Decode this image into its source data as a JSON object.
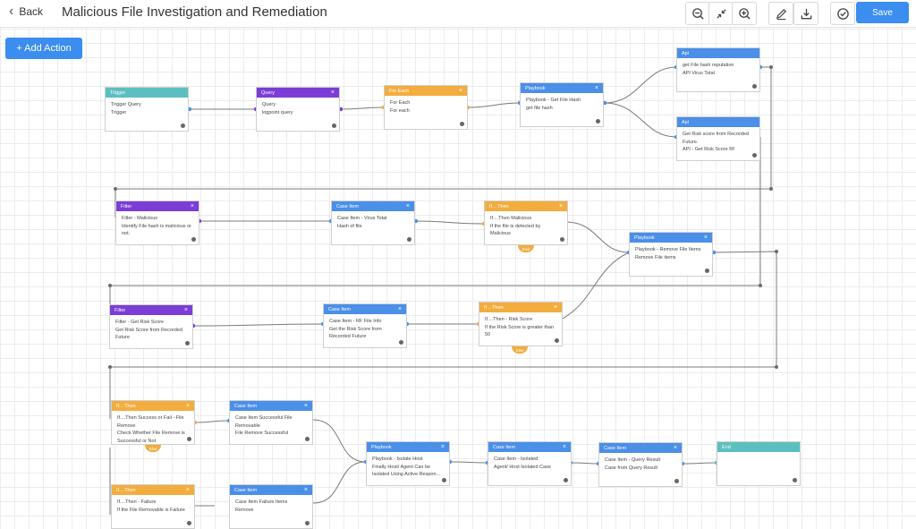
{
  "header": {
    "back_label": "Back",
    "title": "Malicious File Investigation and Remediation",
    "save_label": "Save",
    "icons": [
      "zoom-out-icon",
      "fit-screen-icon",
      "zoom-in-icon",
      "edit-icon",
      "download-icon",
      "check-circle-icon"
    ]
  },
  "add_action_label": "+ Add Action",
  "colors": {
    "accent": "#3b8df0",
    "trigger": "#5cbfbf",
    "query": "#7b3dd6",
    "orange": "#f2ad3e",
    "blue": "#4a8fe8"
  },
  "nodes": [
    {
      "type": "Trigger",
      "lines": [
        "Trigger Query",
        "Trigger"
      ],
      "close": false
    },
    {
      "type": "Query",
      "lines": [
        "Query",
        "logpoint query"
      ],
      "close": true
    },
    {
      "type": "For Each",
      "lines": [
        "For Each",
        "For each"
      ],
      "close": true
    },
    {
      "type": "Playbook",
      "lines": [
        "Playbook - Get File Hash",
        "get file hash"
      ],
      "close": true
    },
    {
      "type": "Api",
      "lines": [
        "get File hash reputation",
        "API Virus Total"
      ],
      "close": false
    },
    {
      "type": "Api",
      "lines": [
        "Get Risk score from Recorded",
        "Future.",
        "API - Get Risk Score Rf"
      ],
      "close": false
    },
    {
      "type": "Filter",
      "lines": [
        "Filter - Malicious",
        "Identify File hash is malicious or",
        "not."
      ],
      "close": true
    },
    {
      "type": "Case Item",
      "lines": [
        "Case Item - Virus Total",
        "Hash of file"
      ],
      "close": true
    },
    {
      "type": "If... Then",
      "lines": [
        "If....Then Malicious",
        "If the file is detected by",
        "Malicious"
      ],
      "close": true
    },
    {
      "type": "Playbook",
      "lines": [
        "Playbook - Remove File Items",
        "Remove File items"
      ],
      "close": true
    },
    {
      "type": "Filter",
      "lines": [
        "Filter - Get Risk Score",
        "Get Risk Score from Recorded",
        "Future"
      ],
      "close": true
    },
    {
      "type": "Case Item",
      "lines": [
        "Case Item - RF File Info",
        "Get the Risk Score from",
        "Recorded Future"
      ],
      "close": true
    },
    {
      "type": "If... Then",
      "lines": [
        "If....Then - Risk Score",
        "If the Risk Score is greater than",
        "50"
      ],
      "close": true
    },
    {
      "type": "If... Then",
      "lines": [
        "If....Then Success or Fail - File",
        "Remove",
        "Check Whether File Remove is",
        "Successful or Not"
      ],
      "close": true
    },
    {
      "type": "Case Item",
      "lines": [
        "Case Item Successful File",
        "Removable",
        "File Remove Successful"
      ],
      "close": true
    },
    {
      "type": "Playbook",
      "lines": [
        "Playbook - Isolate Host",
        "Finally Host/ Agent Can be",
        "Isolated Using Active Respon..."
      ],
      "close": true
    },
    {
      "type": "Case Item",
      "lines": [
        "Case Item - Isolated",
        "Agent/ Host Isolated Case"
      ],
      "close": true
    },
    {
      "type": "Case Item",
      "lines": [
        "Case Item - Query Result",
        "Case from Query Result"
      ],
      "close": true
    },
    {
      "type": "End",
      "lines": [],
      "close": false
    },
    {
      "type": "If... Then",
      "lines": [
        "If....Then - Failure",
        "If the File Removable is Failure"
      ],
      "close": true
    },
    {
      "type": "Case Item",
      "lines": [
        "Case Item Failure Items",
        "Remove"
      ],
      "close": true
    }
  ],
  "else_label": "Else"
}
